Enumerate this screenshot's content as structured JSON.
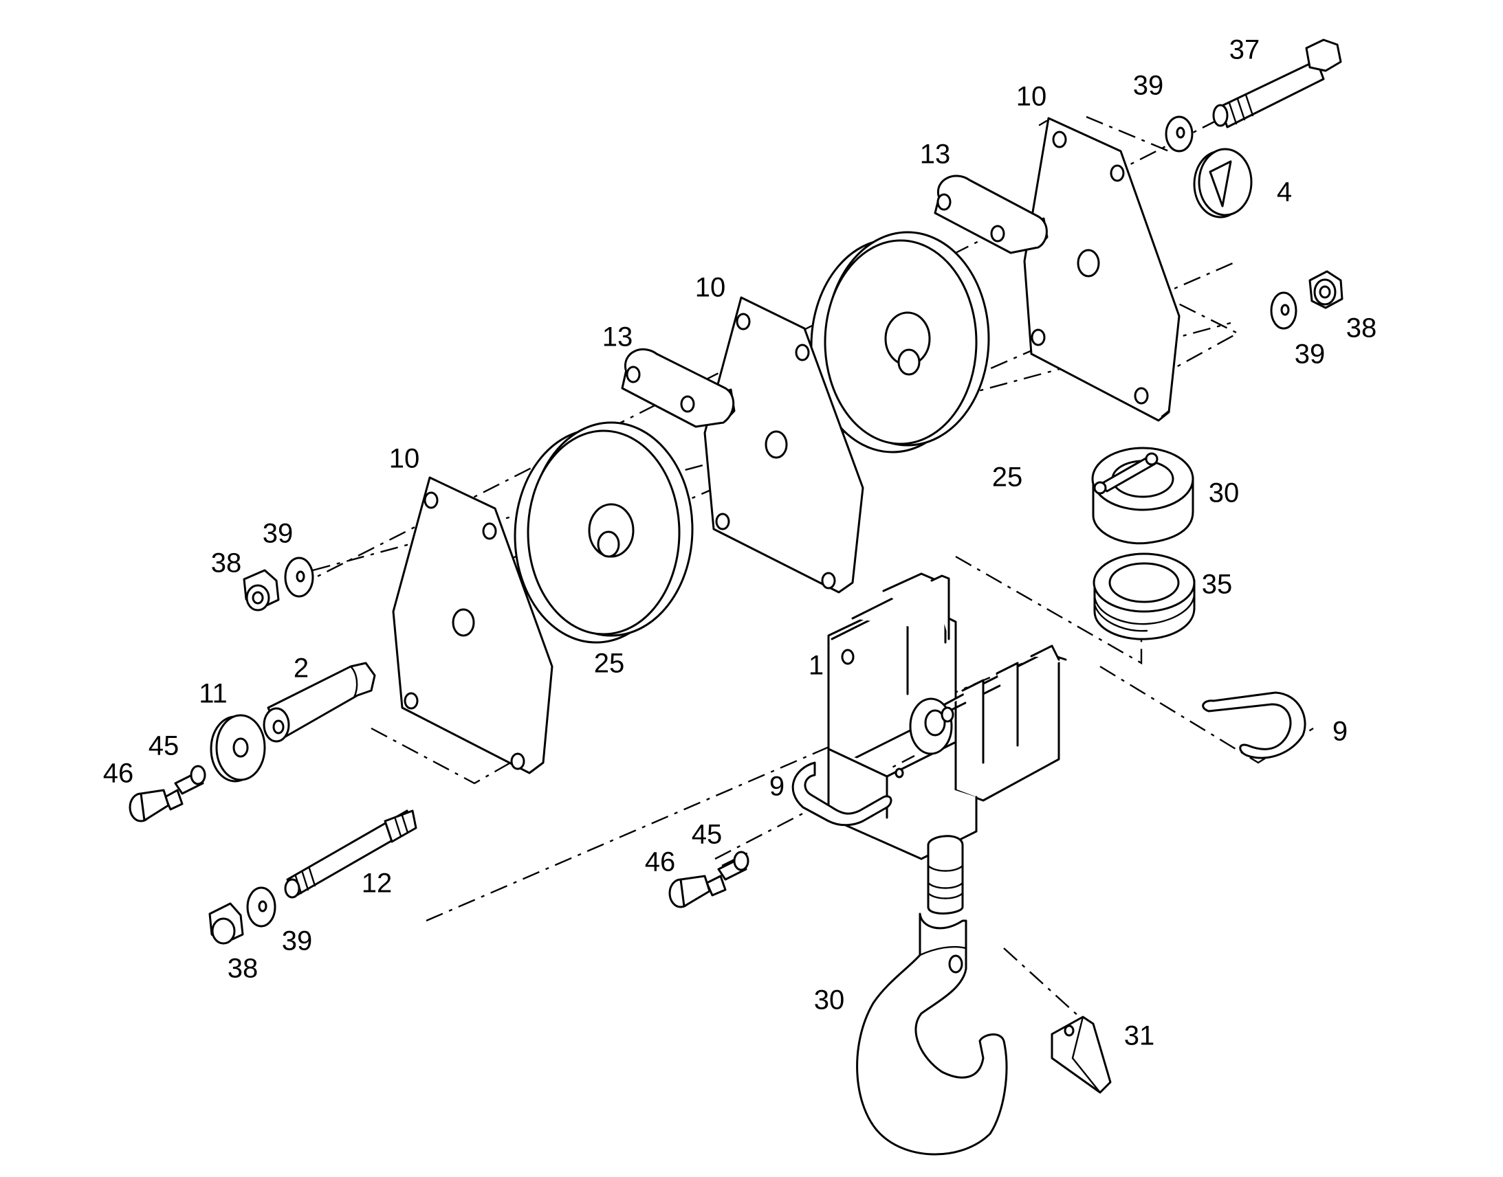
{
  "diagram": {
    "callouts": [
      {
        "id": "c-37",
        "label": "37"
      },
      {
        "id": "c-39-a",
        "label": "39"
      },
      {
        "id": "c-10-a",
        "label": "10"
      },
      {
        "id": "c-13-a",
        "label": "13"
      },
      {
        "id": "c-4",
        "label": "4"
      },
      {
        "id": "c-38-a",
        "label": "38"
      },
      {
        "id": "c-39-b",
        "label": "39"
      },
      {
        "id": "c-10-b",
        "label": "10"
      },
      {
        "id": "c-13-b",
        "label": "13"
      },
      {
        "id": "c-25-a",
        "label": "25"
      },
      {
        "id": "c-30-a",
        "label": "30"
      },
      {
        "id": "c-10-c",
        "label": "10"
      },
      {
        "id": "c-39-c",
        "label": "39"
      },
      {
        "id": "c-38-b",
        "label": "38"
      },
      {
        "id": "c-35",
        "label": "35"
      },
      {
        "id": "c-25-b",
        "label": "25"
      },
      {
        "id": "c-2",
        "label": "2"
      },
      {
        "id": "c-1",
        "label": "1"
      },
      {
        "id": "c-11",
        "label": "11"
      },
      {
        "id": "c-9-a",
        "label": "9"
      },
      {
        "id": "c-45-a",
        "label": "45"
      },
      {
        "id": "c-46-a",
        "label": "46"
      },
      {
        "id": "c-9-b",
        "label": "9"
      },
      {
        "id": "c-45-b",
        "label": "45"
      },
      {
        "id": "c-46-b",
        "label": "46"
      },
      {
        "id": "c-12",
        "label": "12"
      },
      {
        "id": "c-39-d",
        "label": "39"
      },
      {
        "id": "c-38-c",
        "label": "38"
      },
      {
        "id": "c-30-b",
        "label": "30"
      },
      {
        "id": "c-31",
        "label": "31"
      }
    ]
  }
}
